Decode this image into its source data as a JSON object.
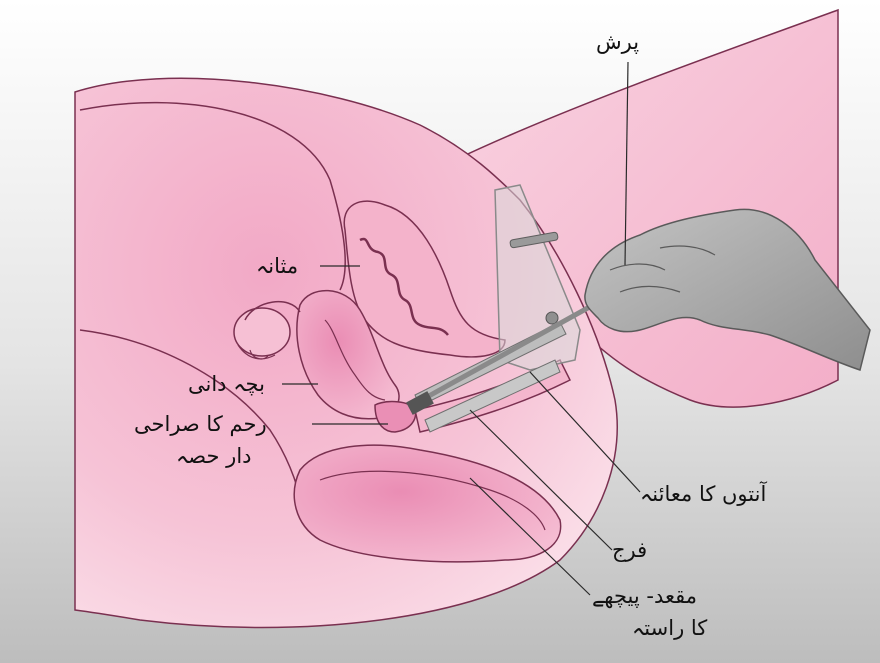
{
  "labels": {
    "brush": "پرش",
    "bladder": "مثانہ",
    "uterus": "بچہ دانی",
    "cervix_line1": "رحم کا صراحی",
    "cervix_line2": "دار حصہ",
    "bowel_exam": "آنتوں کا معائنہ",
    "vagina": "فرج",
    "rectum_line1": "مقعد- پیچھے",
    "rectum_line2": "کا راستہ"
  },
  "colors": {
    "tissue_light": "#f6c7d8",
    "tissue_mid": "#eea2c1",
    "tissue_dark": "#e47fa8",
    "outline": "#6d2745",
    "instrument": "#9c9c9c",
    "hand": "#a9a9a9",
    "background_grey": "#c9c9c9"
  }
}
